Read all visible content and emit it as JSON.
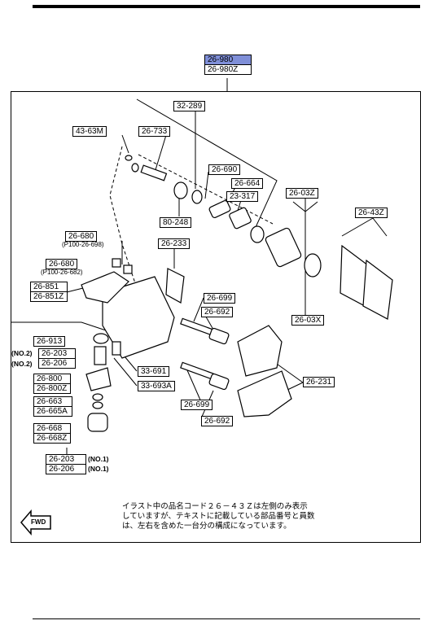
{
  "assembly": {
    "codes": [
      "26-980",
      "26-980Z"
    ]
  },
  "parts": {
    "p32_289": "32-289",
    "p43_63m": "43-63M",
    "p26_733": "26-733",
    "p26_690": "26-690",
    "p26_664": "26-664",
    "p23_317": "23-317",
    "p80_248": "80-248",
    "p26_03z": "26-03Z",
    "p26_43z": "26-43Z",
    "p26_680a": "26-680",
    "p26_680a_note": "(P100-26-698)",
    "p26_680b": "26-680",
    "p26_680b_note": "(P100-26-682)",
    "p26_233": "26-233",
    "p26_699a": "26-699",
    "p26_692a": "26-692",
    "p26_03x": "26-03X",
    "p26_913": "26-913",
    "p33_691": "33-691",
    "p33_693a": "33-693A",
    "p26_231": "26-231",
    "p26_699b": "26-699",
    "p26_692b": "26-692"
  },
  "stacks": {
    "s26_851": [
      "26-851",
      "26-851Z"
    ],
    "s26_203": [
      "26-203",
      "26-206"
    ],
    "s26_203_tags": [
      "(NO.2)",
      "(NO.2)"
    ],
    "s26_800": [
      "26-800",
      "26-800Z"
    ],
    "s26_663": [
      "26-663",
      "26-665A"
    ],
    "s26_668": [
      "26-668",
      "26-668Z"
    ],
    "s26_203b": [
      "26-203",
      "26-206"
    ],
    "s26_203b_tags": [
      "(NO.1)",
      "(NO.1)"
    ]
  },
  "note": {
    "lines": [
      "イラスト中の品名コード２６－４３Ｚは左側のみ表示",
      "していますが、テキストに記載している部品番号と員数",
      "は、左右を含めた一台分の構成になっています。"
    ]
  },
  "fwd": "FWD",
  "colors": {
    "highlight": "#7f8fd8",
    "ink": "#000000"
  }
}
